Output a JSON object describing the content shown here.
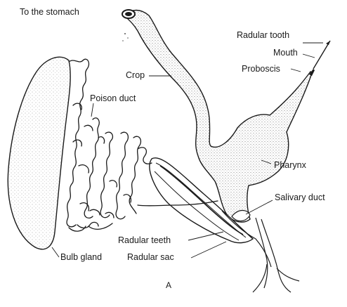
{
  "figure": {
    "panel_letter": "A",
    "labels": {
      "to_stomach": "To the stomach",
      "crop": "Crop",
      "radular_tooth": "Radular tooth",
      "mouth": "Mouth",
      "proboscis": "Proboscis",
      "poison_duct": "Poison duct",
      "pharynx": "Pharynx",
      "salivary_duct": "Salivary duct",
      "radular_teeth": "Radular teeth",
      "radular_sac": "Radular sac",
      "bulb_gland": "Bulb gland"
    }
  },
  "colors": {
    "ink": "#1a1a1a",
    "stipple": "#bfbfbf",
    "background": "#ffffff"
  }
}
